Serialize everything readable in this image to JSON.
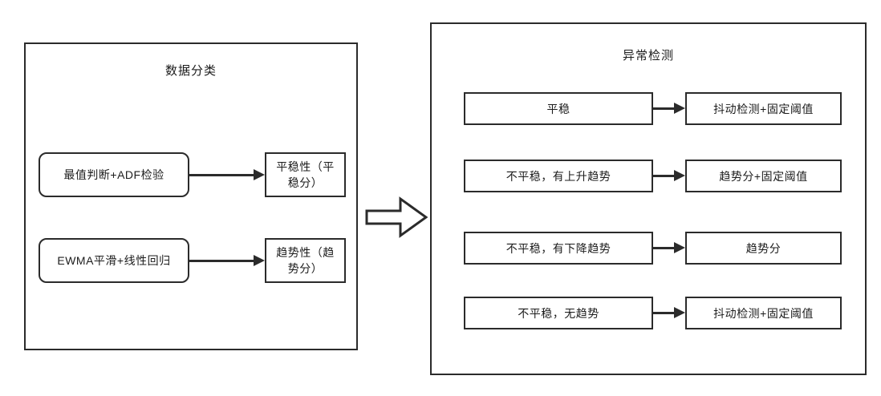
{
  "diagram": {
    "type": "flowchart",
    "background_color": "#ffffff",
    "line_color": "#2b2b2b",
    "panels": [
      {
        "id": "data-classification",
        "title": "数据分类",
        "nodes": [
          {
            "id": "minmax-adf",
            "label": "最值判断+ADF检验",
            "shape": "rounded-rect"
          },
          {
            "id": "ewma-linreg",
            "label": "EWMA平滑+线性回归",
            "shape": "rounded-rect"
          },
          {
            "id": "stationarity",
            "label": "平稳性（平稳分）",
            "shape": "rect"
          },
          {
            "id": "trendness",
            "label": "趋势性（趋势分）",
            "shape": "rect"
          }
        ],
        "edges": [
          {
            "from": "minmax-adf",
            "to": "stationarity"
          },
          {
            "from": "ewma-linreg",
            "to": "trendness"
          }
        ]
      },
      {
        "id": "anomaly-detection",
        "title": "异常检测",
        "nodes": [
          {
            "id": "stable",
            "label": "平稳",
            "shape": "rect"
          },
          {
            "id": "nonstable-up",
            "label": "不平稳，有上升趋势",
            "shape": "rect"
          },
          {
            "id": "nonstable-down",
            "label": "不平稳，有下降趋势",
            "shape": "rect"
          },
          {
            "id": "nonstable-none",
            "label": "不平稳，无趋势",
            "shape": "rect"
          },
          {
            "id": "jitter-fixed-1",
            "label": "抖动检测+固定阈值",
            "shape": "rect"
          },
          {
            "id": "trend-fixed",
            "label": "趋势分+固定阈值",
            "shape": "rect"
          },
          {
            "id": "trend-only",
            "label": "趋势分",
            "shape": "rect"
          },
          {
            "id": "jitter-fixed-2",
            "label": "抖动检测+固定阈值",
            "shape": "rect"
          }
        ],
        "edges": [
          {
            "from": "stable",
            "to": "jitter-fixed-1"
          },
          {
            "from": "nonstable-up",
            "to": "trend-fixed"
          },
          {
            "from": "nonstable-down",
            "to": "trend-only"
          },
          {
            "from": "nonstable-none",
            "to": "jitter-fixed-2"
          }
        ]
      }
    ],
    "flow_arrow": {
      "id": "panel-flow-arrow",
      "direction": "right",
      "style": "hollow-block-arrow",
      "from_panel": "data-classification",
      "to_panel": "anomaly-detection"
    }
  }
}
